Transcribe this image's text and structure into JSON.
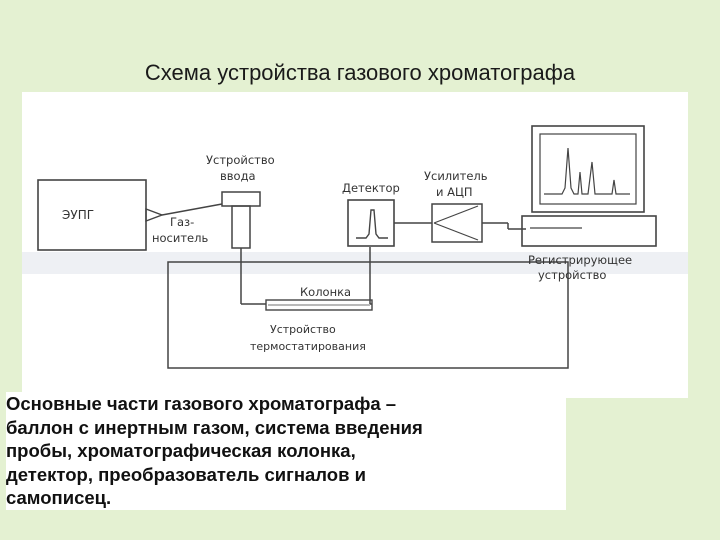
{
  "title": "Схема устройства газового хроматографа",
  "diagram": {
    "eupg": "ЭУПГ",
    "carrier_gas": [
      "Газ-",
      "носитель"
    ],
    "injector": [
      "Устройство",
      "ввода"
    ],
    "detector": "Детектор",
    "amplifier": [
      "Усилитель",
      "и АЦП"
    ],
    "column": "Колонка",
    "thermostat": [
      "Устройство",
      "термостатирования"
    ],
    "recorder": [
      "Регистрирующее",
      "устройство"
    ]
  },
  "caption": [
    "Основные части газового хроматографа –",
    "баллон с инертным газом, система введения",
    "пробы, хроматографическая колонка,",
    "детектор, преобразователь сигналов и",
    "самописец."
  ]
}
